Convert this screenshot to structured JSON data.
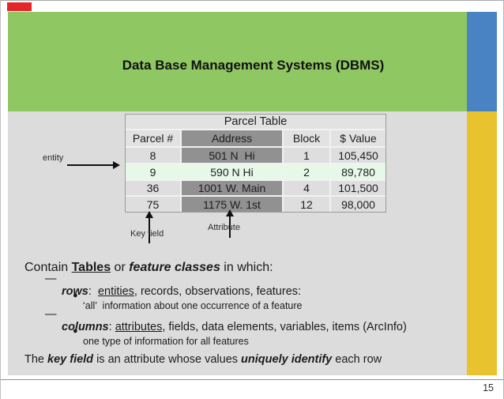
{
  "colors": {
    "green": "#8fc763",
    "blue": "#4a83c3",
    "yellow": "#e9c32f",
    "red": "#e3262a",
    "slide_bg": "#dcdcdc",
    "dark_cell": "#919191",
    "highlight_row": "#e6f9e9"
  },
  "header": {
    "title": "Data Base Management Systems (DBMS)"
  },
  "table": {
    "title": "Parcel Table",
    "columns": [
      "Parcel #",
      "Address",
      "Block",
      "$ Value"
    ],
    "rows": [
      [
        "8",
        "501 N  Hi",
        "1",
        "105,450"
      ],
      [
        "9",
        "590 N Hi",
        "2",
        "89,780"
      ],
      [
        "36",
        "1001 W. Main",
        "4",
        "101,500"
      ],
      [
        "75",
        "1175 W. 1st",
        "12",
        "98,000"
      ]
    ],
    "highlighted_row": "9"
  },
  "annotations": {
    "entity": "entity",
    "key_field": "Key field",
    "attribute": "Attribute"
  },
  "content": {
    "contain": {
      "t1": "Contain ",
      "t2": "Tables",
      "t3": " or ",
      "t4": "feature classes",
      "t5": " in which:"
    },
    "rows_line": {
      "dash": "—",
      "t1": "rows",
      "t2": ":  ",
      "t3": "entities",
      "t4": ", records, observations, features:"
    },
    "rows_sub": {
      "bullet": "●",
      "text": "‘all’  information about one occurrence of a feature"
    },
    "cols_line": {
      "dash": "—",
      "t1": "columns",
      "t2": ": ",
      "t3": "attributes",
      "t4": ", fields, data elements, variables, items (ArcInfo)"
    },
    "cols_sub": {
      "bullet": "●",
      "text": "one type of information for all features"
    },
    "key_line": {
      "t1": "The ",
      "t2": "key field",
      "t3": " is an attribute whose values ",
      "t4": "uniquely identify",
      "t5": " each row"
    }
  },
  "footer": {
    "page_number": "15"
  }
}
